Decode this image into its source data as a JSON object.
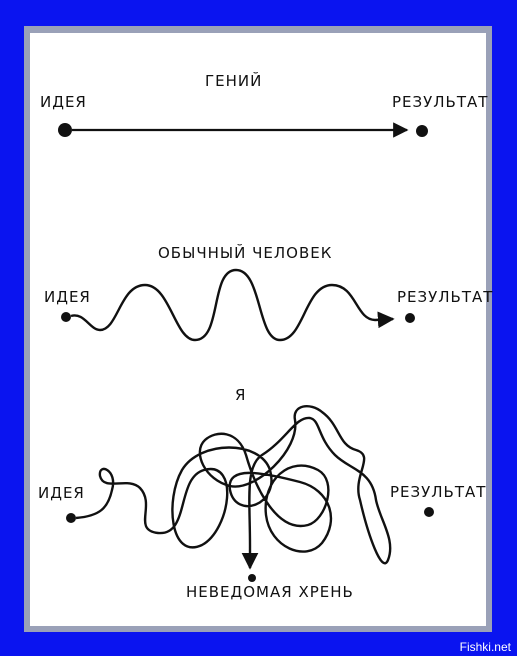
{
  "colors": {
    "background": "#0a14f0",
    "panel": "#ffffff",
    "ink": "#111111"
  },
  "sections": [
    {
      "heading": "ГЕНИЙ",
      "start_label": "ИДЕЯ",
      "end_label": "РЕЗУЛЬТАТ"
    },
    {
      "heading": "ОБЫЧНЫЙ ЧЕЛОВЕК",
      "start_label": "ИДЕЯ",
      "end_label": "РЕЗУЛЬТАТ"
    },
    {
      "heading": "Я",
      "start_label": "ИДЕЯ",
      "end_label": "РЕЗУЛЬТАТ",
      "extra_label": "НЕВЕДОМАЯ ХРЕНЬ"
    }
  ],
  "watermark": "Fishki.net"
}
